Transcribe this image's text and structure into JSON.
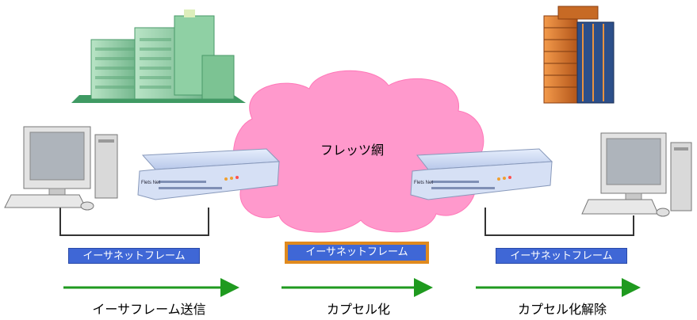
{
  "cloud": {
    "label": "フレッツ網"
  },
  "frames": {
    "left": "イーサネットフレーム",
    "center": "イーサネットフレーム",
    "right": "イーサネットフレーム"
  },
  "steps": {
    "send": "イーサフレーム送信",
    "encapsulate": "カプセル化",
    "decapsulate": "カプセル化解除"
  },
  "router": {
    "brand": "Flets Net"
  },
  "colors": {
    "frame_fill": "#3f67d6",
    "encap_border": "#e08a1e",
    "cloud": "#ff99cc",
    "arrow": "#1f9a1f",
    "wire": "#333333"
  }
}
